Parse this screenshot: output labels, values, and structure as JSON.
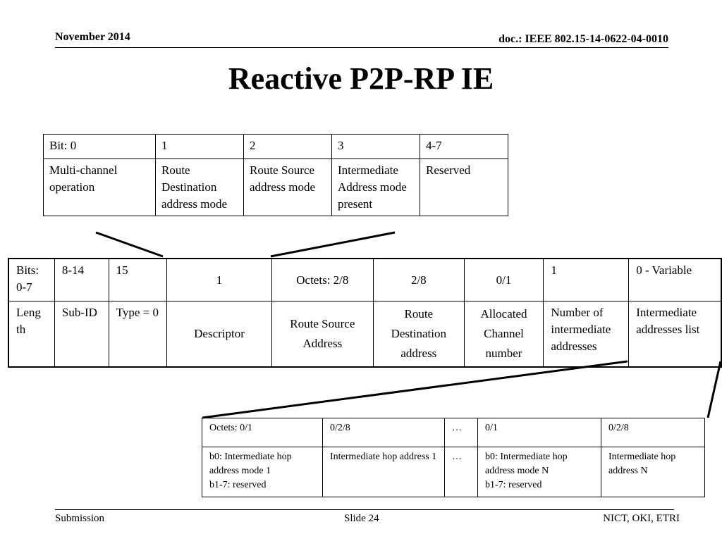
{
  "header": {
    "date": "November 2014",
    "doc": "doc.: IEEE 802.15-14-0622-04-0010"
  },
  "title": "Reactive P2P-RP IE",
  "bit_table": {
    "bits": [
      "Bit:  0",
      "1",
      "2",
      "3",
      "4-7"
    ],
    "fields": [
      "Multi-channel operation",
      "Route Destination address mode",
      "Route Source address mode",
      "Intermediate Address mode present",
      "Reserved"
    ]
  },
  "ie_table": {
    "sizes": [
      "Bits: 0-7",
      "8-14",
      "15",
      "1",
      "Octets: 2/8",
      "2/8",
      "0/1",
      "1",
      "0 - Variable"
    ],
    "fields": [
      "Leng th",
      "Sub-ID",
      "Type = 0",
      "Descriptor",
      "Route Source Address",
      "Route Destination address",
      "Allocated Channel number",
      "Number of intermediate addresses",
      "Intermediate addresses list"
    ]
  },
  "list_table": {
    "sizes": [
      "Octets: 0/1",
      "0/2/8",
      "…",
      "0/1",
      "0/2/8"
    ],
    "fields": [
      "b0: Intermediate hop address mode 1\nb1-7: reserved",
      "Intermediate hop address 1",
      "…",
      "b0: Intermediate hop address mode N\nb1-7: reserved",
      "Intermediate hop address N"
    ]
  },
  "footer": {
    "left": "Submission",
    "center": "Slide 24",
    "right": "NICT, OKI, ETRI"
  }
}
